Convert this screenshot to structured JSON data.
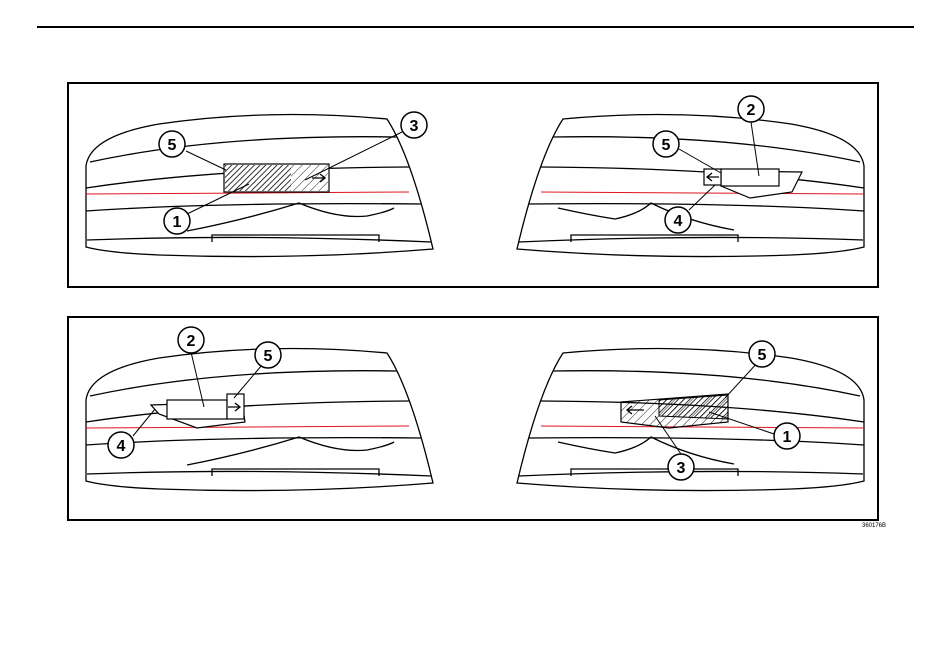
{
  "figure_code": "360176B",
  "panels": [
    {
      "id": "top-left",
      "callouts": [
        {
          "label": "5"
        },
        {
          "label": "3"
        },
        {
          "label": "1"
        }
      ]
    },
    {
      "id": "top-right",
      "callouts": [
        {
          "label": "2"
        },
        {
          "label": "5"
        },
        {
          "label": "4"
        }
      ]
    },
    {
      "id": "bottom-left",
      "callouts": [
        {
          "label": "2"
        },
        {
          "label": "5"
        },
        {
          "label": "4"
        }
      ]
    },
    {
      "id": "bottom-right",
      "callouts": [
        {
          "label": "5"
        },
        {
          "label": "1"
        },
        {
          "label": "3"
        }
      ]
    }
  ],
  "colors": {
    "line": "#000000",
    "center_line": "#e0141e",
    "hatch": "#000000",
    "background": "#ffffff"
  }
}
